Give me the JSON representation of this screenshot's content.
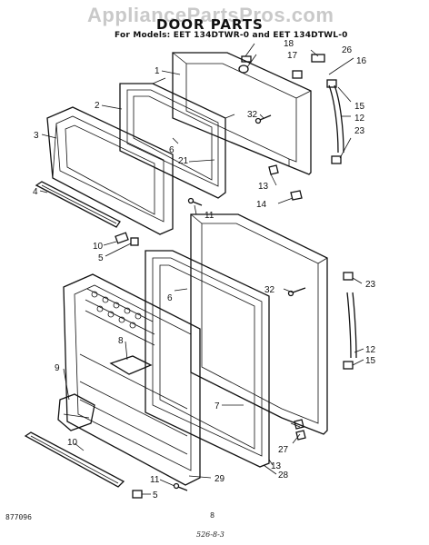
{
  "header": {
    "watermark": "AppliancePartsPros.com",
    "title": "DOOR PARTS",
    "models": "For Models: EET 134DTWR-0 and EET 134DTWL-0"
  },
  "footer": {
    "left_code": "877096",
    "page": "8",
    "bottom_code": "526-8-3"
  },
  "callouts": {
    "c1": "1",
    "c2": "2",
    "c3": "3",
    "c4": "4",
    "c5a": "5",
    "c5b": "5",
    "c6a": "6",
    "c6b": "6",
    "c7": "7",
    "c8": "8",
    "c9": "9",
    "c10a": "10",
    "c10b": "10",
    "c11a": "11",
    "c11b": "11",
    "c12a": "12",
    "c12b": "12",
    "c13a": "13",
    "c13b": "13",
    "c14": "14",
    "c15a": "15",
    "c15b": "15",
    "c16": "16",
    "c17": "17",
    "c18": "18",
    "c21": "21",
    "c23a": "23",
    "c23b": "23",
    "c26": "26",
    "c27": "27",
    "c28": "28",
    "c29": "29",
    "c32a": "32",
    "c32b": "32"
  }
}
